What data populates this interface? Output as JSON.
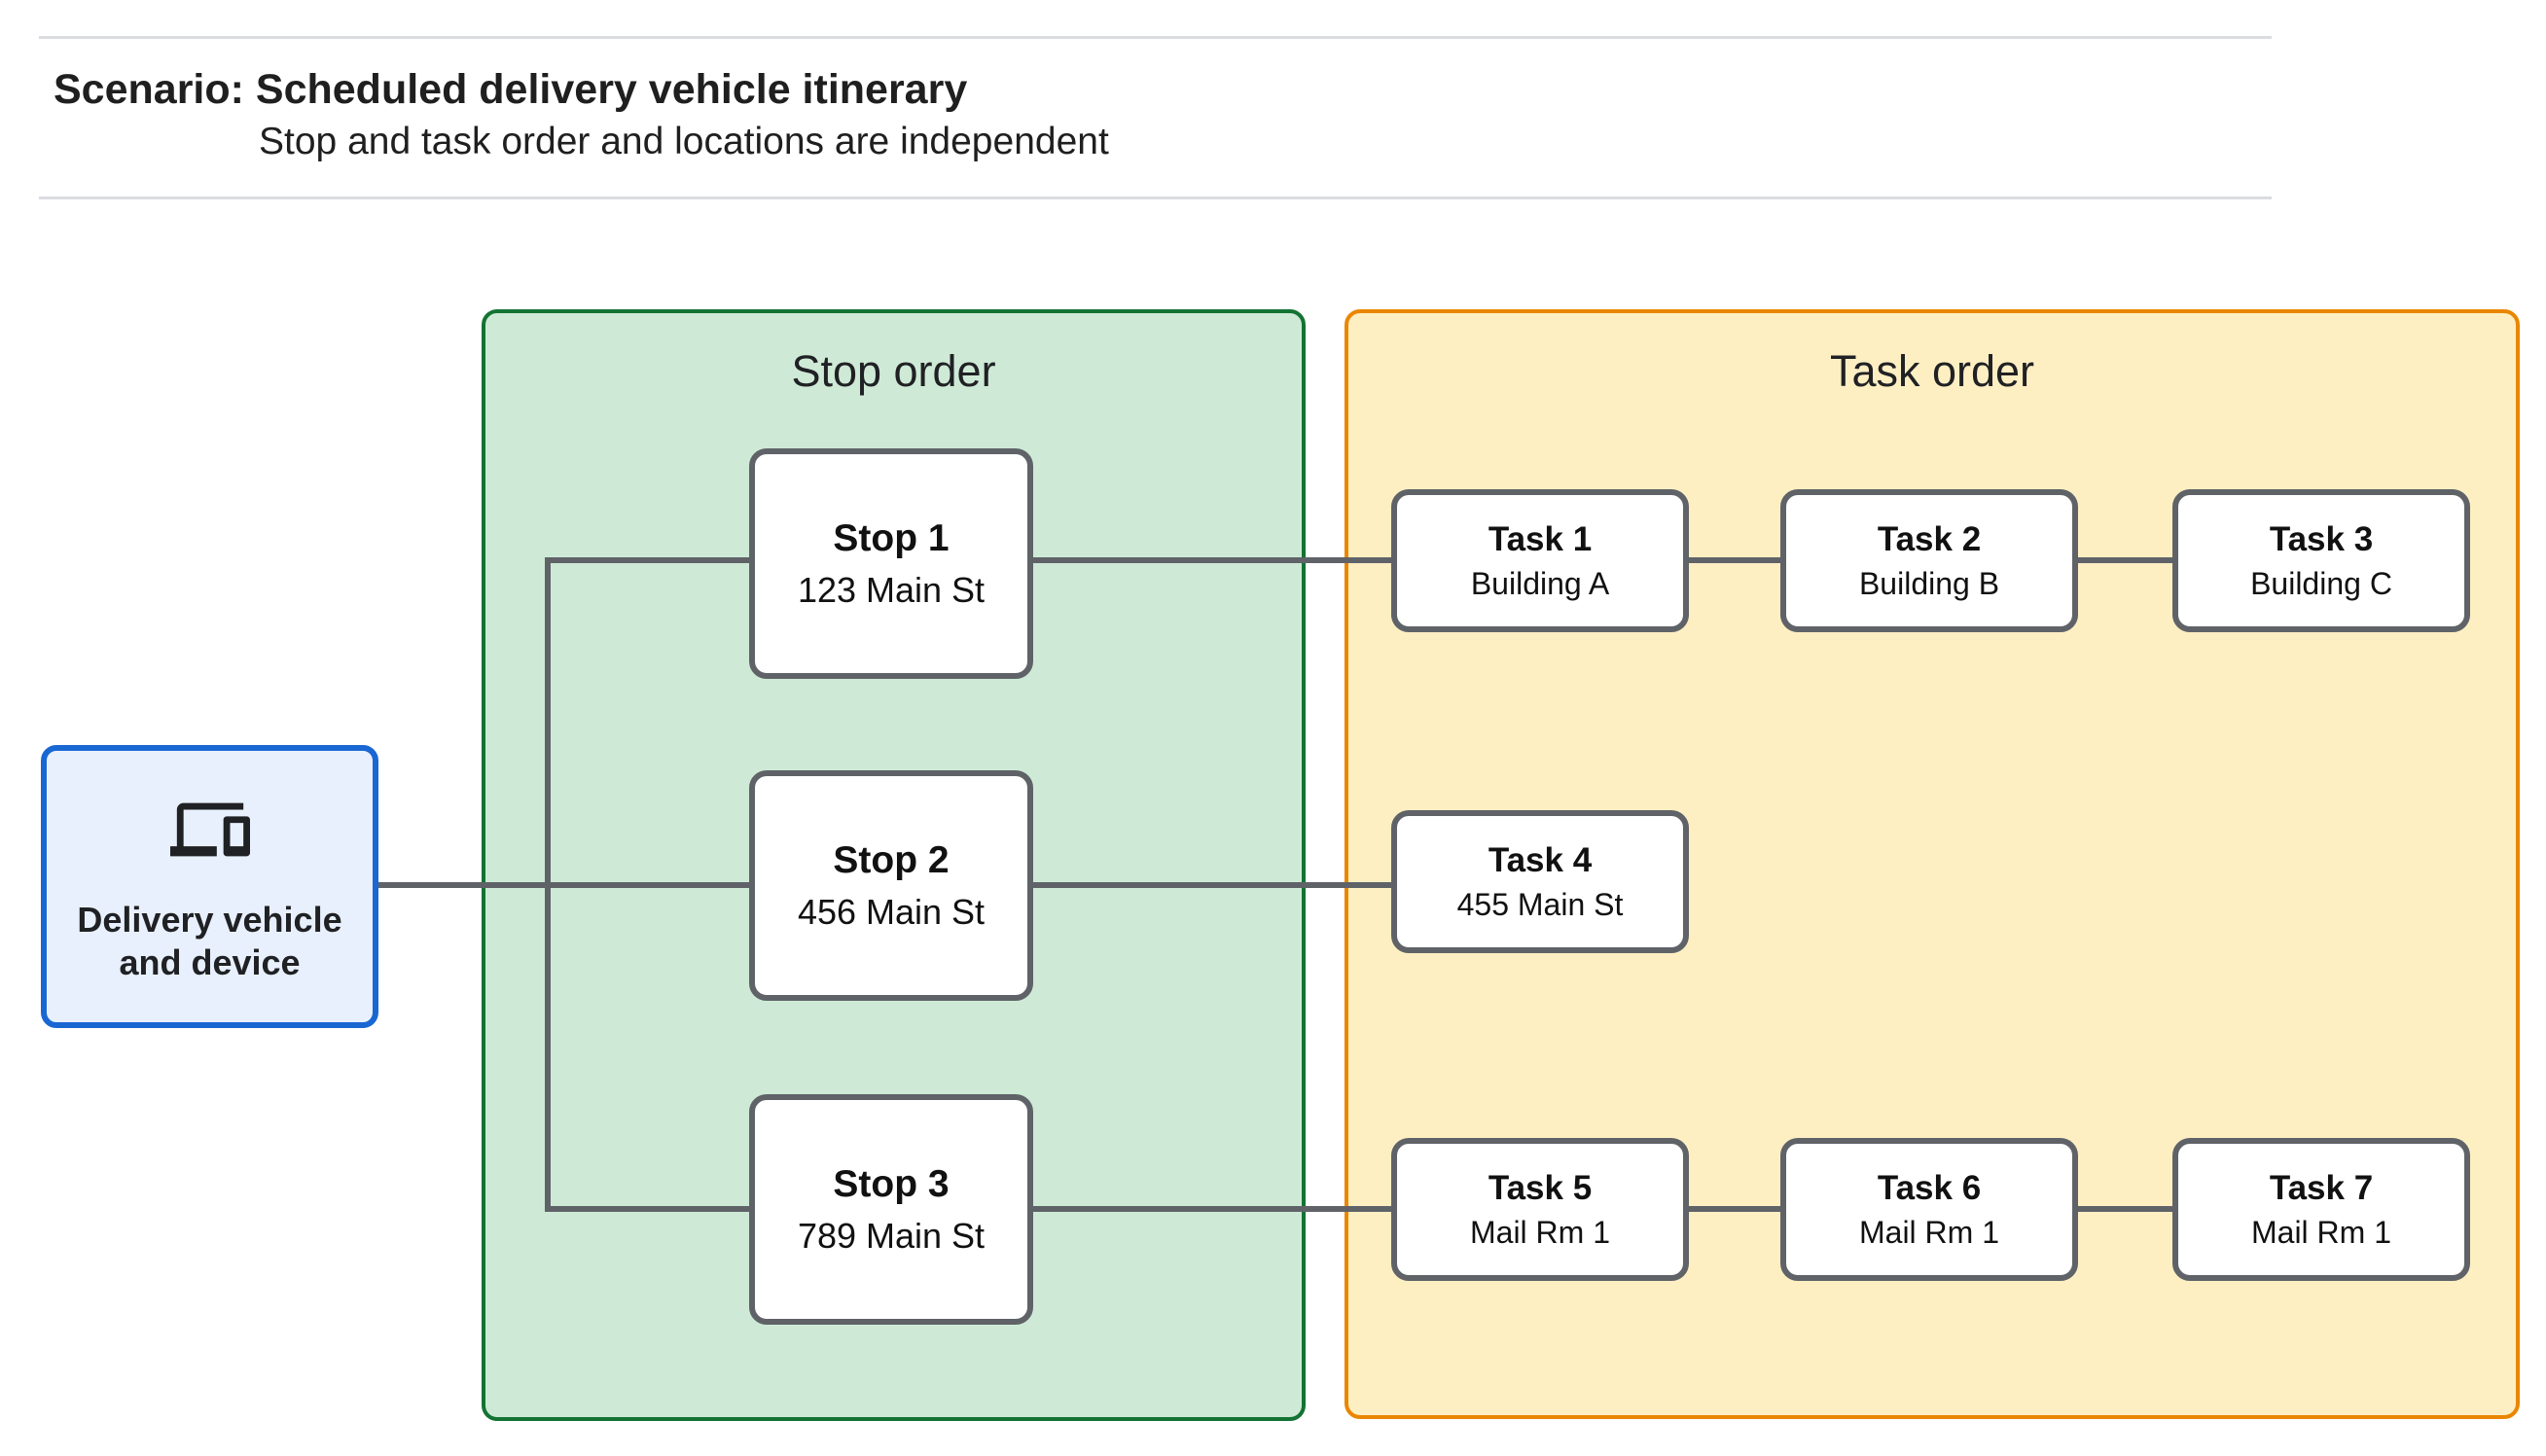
{
  "header": {
    "title": "Scenario: Scheduled delivery vehicle itinerary",
    "subtitle": "Stop and task order and locations are independent"
  },
  "source_node": {
    "icon": "devices-icon",
    "label_line1": "Delivery vehicle",
    "label_line2": "and device"
  },
  "panels": {
    "stop_order": {
      "title": "Stop order",
      "fill": "#ceead6",
      "border": "#137333"
    },
    "task_order": {
      "title": "Task order",
      "fill": "#feefc3",
      "border": "#ea8600"
    }
  },
  "stops": [
    {
      "title": "Stop 1",
      "address": "123 Main St"
    },
    {
      "title": "Stop 2",
      "address": "456 Main St"
    },
    {
      "title": "Stop 3",
      "address": "789 Main St"
    }
  ],
  "tasks": [
    {
      "title": "Task 1",
      "location": "Building A"
    },
    {
      "title": "Task 2",
      "location": "Building B"
    },
    {
      "title": "Task 3",
      "location": "Building C"
    },
    {
      "title": "Task 4",
      "location": "455 Main St"
    },
    {
      "title": "Task 5",
      "location": "Mail Rm 1"
    },
    {
      "title": "Task 6",
      "location": "Mail Rm 1"
    },
    {
      "title": "Task 7",
      "location": "Mail Rm 1"
    }
  ],
  "edges": [
    [
      "Delivery vehicle and device",
      "Stop 1"
    ],
    [
      "Delivery vehicle and device",
      "Stop 2"
    ],
    [
      "Delivery vehicle and device",
      "Stop 3"
    ],
    [
      "Stop 1",
      "Task 1"
    ],
    [
      "Task 1",
      "Task 2"
    ],
    [
      "Task 2",
      "Task 3"
    ],
    [
      "Stop 2",
      "Task 4"
    ],
    [
      "Stop 3",
      "Task 5"
    ],
    [
      "Task 5",
      "Task 6"
    ],
    [
      "Task 6",
      "Task 7"
    ]
  ],
  "colors": {
    "connector": "#5f6368",
    "node_border": "#5f6368",
    "source_border": "#1967d2",
    "source_fill": "#e8f0fe",
    "divider": "#dadce0"
  }
}
